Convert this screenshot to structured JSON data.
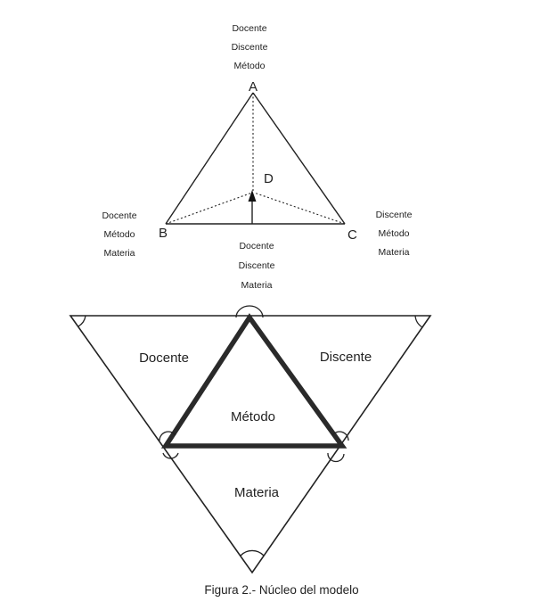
{
  "tetrahedron": {
    "vertices": {
      "a": "A",
      "b": "B",
      "c": "C",
      "d": "D"
    },
    "labels_a": [
      "Docente",
      "Discente",
      "Método"
    ],
    "labels_b": [
      "Docente",
      "Método",
      "Materia"
    ],
    "labels_c": [
      "Discente",
      "Método",
      "Materia"
    ],
    "labels_bc": [
      "Docente",
      "Discente",
      "Materia"
    ]
  },
  "net": {
    "left": "Docente",
    "right": "Discente",
    "center": "Método",
    "bottom": "Materia"
  },
  "caption": "Figura 2.- Núcleo del modelo"
}
